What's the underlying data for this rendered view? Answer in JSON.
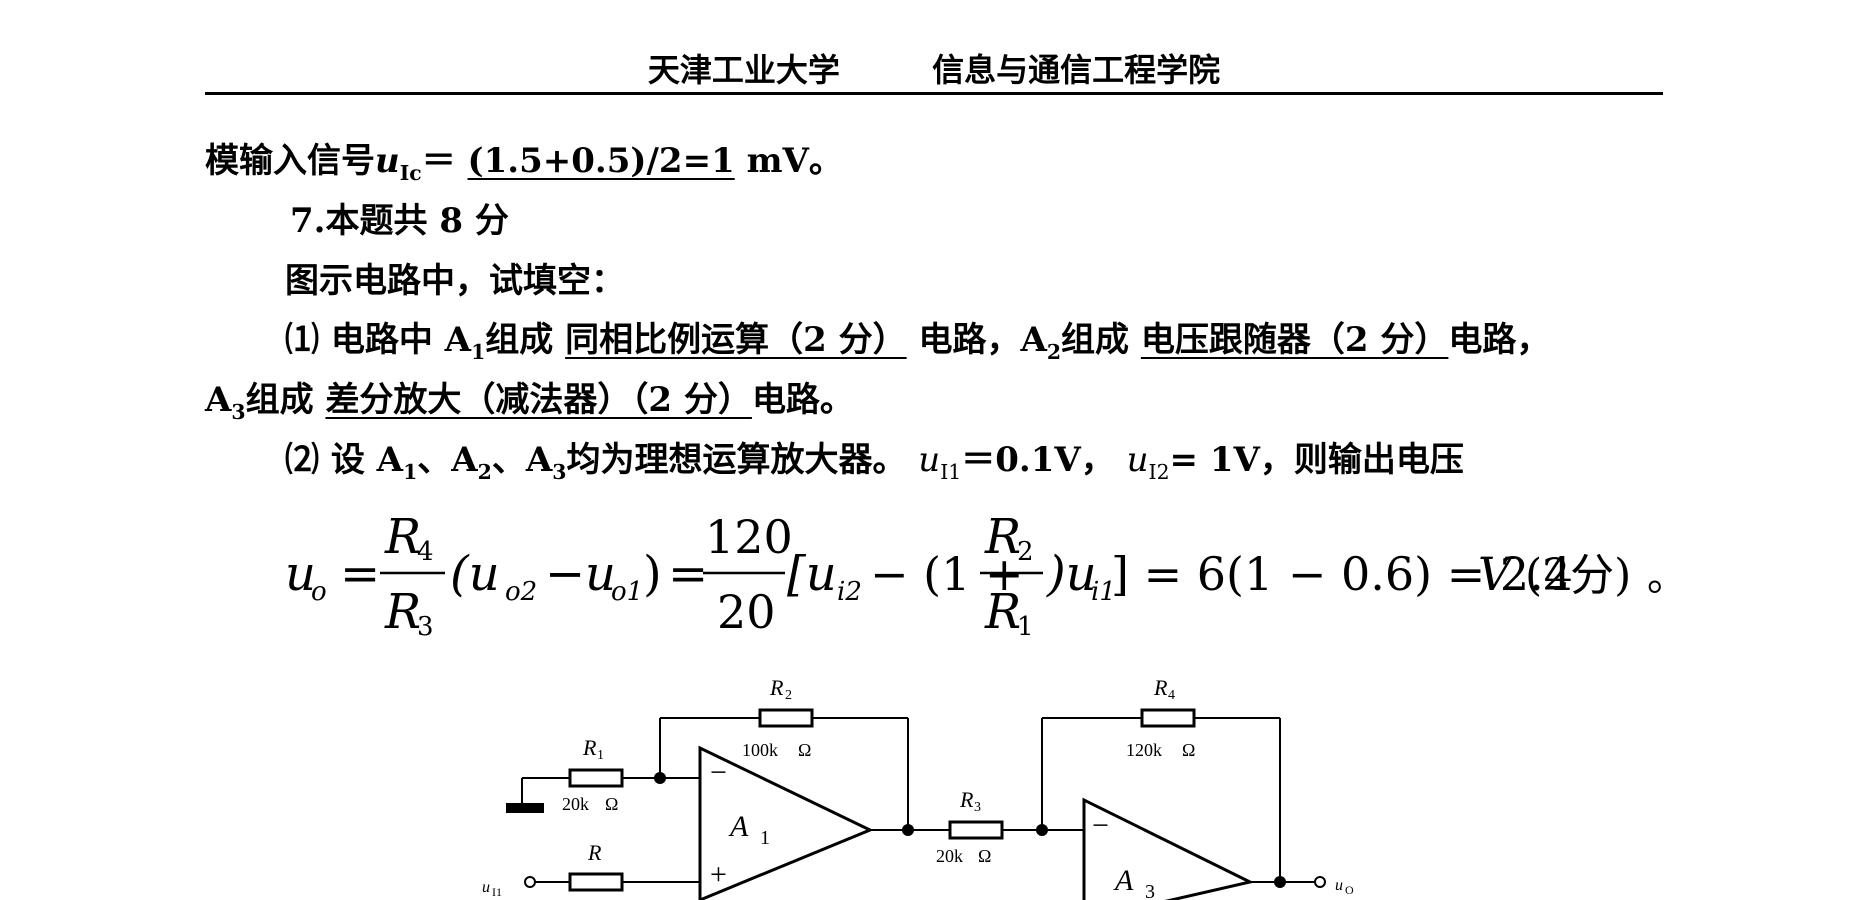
{
  "header": {
    "left": "天津工业大学",
    "right": "信息与通信工程学院"
  },
  "lines": {
    "line1_prefix": "模输入信号",
    "line1_var": "u",
    "line1_sub": "Ic",
    "line1_eq": "＝",
    "line1_ans": "(1.5+0.5)/2=1",
    "line1_suffix": "mV。",
    "q7_title": "7.本题共 8 分",
    "q7_intro": "图示电路中，试填空：",
    "p1_a": "⑴ 电路中 A",
    "p1_sub1": "1",
    "p1_b": "组成",
    "p1_ans1": "同相比例运算（2 分）",
    "p1_c": "电路，A",
    "p1_sub2": "2",
    "p1_d": "组成",
    "p1_ans2": "电压跟随器（2 分）",
    "p1_e": "电路，",
    "p2_a": "A",
    "p2_sub3": "3",
    "p2_b": "组成",
    "p2_ans3": "差分放大（减法器）（2 分）",
    "p2_c": "电路。",
    "p3_a": "⑵ 设 A",
    "p3_s1": "1",
    "p3_b": "、A",
    "p3_s2": "2",
    "p3_c": "、A",
    "p3_s3": "3",
    "p3_d": "均为理想运算放大器。",
    "p3_uI1": "u",
    "p3_uI1_sub": "I1",
    "p3_val1": "＝0.1V，",
    "p3_uI2": "u",
    "p3_uI2_sub": "I2",
    "p3_val2": "= 1V，则输出电压"
  },
  "formula": {
    "lhs": "u",
    "lhs_sub": "o",
    "eq": "=",
    "f1_num": "R",
    "f1_num_sub": "4",
    "f1_den": "R",
    "f1_den_sub": "3",
    "paren": "(u",
    "uo2_sub": "o2",
    "minus": "−",
    "uo1": "u",
    "uo1_sub": "o1",
    "close": ")",
    "f2_num": "120",
    "f2_den": "20",
    "bracket_open": "[u",
    "ui2_sub": "i2",
    "minus2": "− (1 +",
    "f3_num": "R",
    "f3_num_sub": "2",
    "f3_den": "R",
    "f3_den_sub": "1",
    "ui1_pre": ")u",
    "ui1_sub": "i1",
    "result": "] = 6(1 − 0.6) = 2.4",
    "unit": "V",
    "score": "(2分)",
    "end": "。"
  },
  "circuit": {
    "r1_label": "R",
    "r1_sub": "1",
    "r1_val": "20k",
    "r1_unit": "Ω",
    "r2_label": "R",
    "r2_sub": "2",
    "r2_val": "100k",
    "r2_unit": "Ω",
    "r3_label": "R",
    "r3_sub": "3",
    "r3_val": "20k",
    "r3_unit": "Ω",
    "r4_label": "R",
    "r4_sub": "4",
    "r4_val": "120k",
    "r4_unit": "Ω",
    "r_label": "R",
    "a1_label": "A",
    "a1_sub": "1",
    "a3_label": "A",
    "a3_sub": "3",
    "minus_sign": "−",
    "plus_sign": "+",
    "in_label": "u",
    "in_sub": "I1",
    "out_label": "u",
    "out_sub": "O"
  }
}
